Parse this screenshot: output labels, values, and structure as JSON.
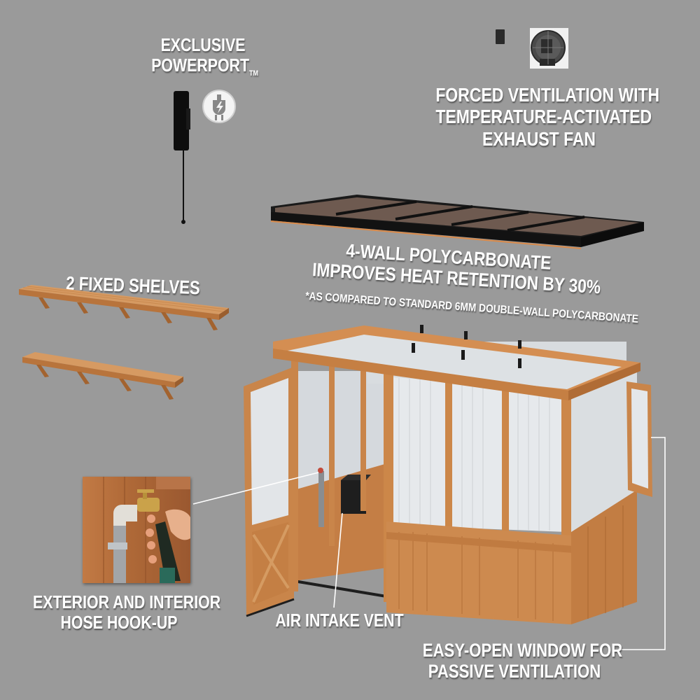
{
  "features": {
    "powerport": {
      "lines": [
        "EXCLUSIVE",
        "POWERPORT"
      ],
      "trademark": "TM",
      "icon": "plug-lightning-icon"
    },
    "exhaust_fan": {
      "lines": [
        "FORCED VENTILATION WITH",
        "TEMPERATURE-ACTIVATED",
        "EXHAUST FAN"
      ],
      "icon": "exhaust-fan-icon"
    },
    "polycarbonate": {
      "lines": [
        "4-WALL POLYCARBONATE",
        "IMPROVES HEAT RETENTION BY 30%"
      ],
      "footnote": "*AS COMPARED TO STANDARD 6MM DOUBLE-WALL POLYCARBONATE"
    },
    "shelves": {
      "lines": [
        "2 FIXED SHELVES"
      ]
    },
    "hose": {
      "lines": [
        "EXTERIOR AND INTERIOR",
        "HOSE HOOK-UP"
      ]
    },
    "air_vent": {
      "lines": [
        "AIR INTAKE VENT"
      ]
    },
    "window": {
      "lines": [
        "EASY-OPEN WINDOW FOR",
        "PASSIVE VENTILATION"
      ]
    }
  },
  "colors": {
    "background": "#9a9a9a",
    "wood": "#d08a4c",
    "wood_dark": "#a8652e",
    "panel": "#e6e8ea",
    "roof": "#1c1b1a",
    "text": "#ffffff"
  }
}
